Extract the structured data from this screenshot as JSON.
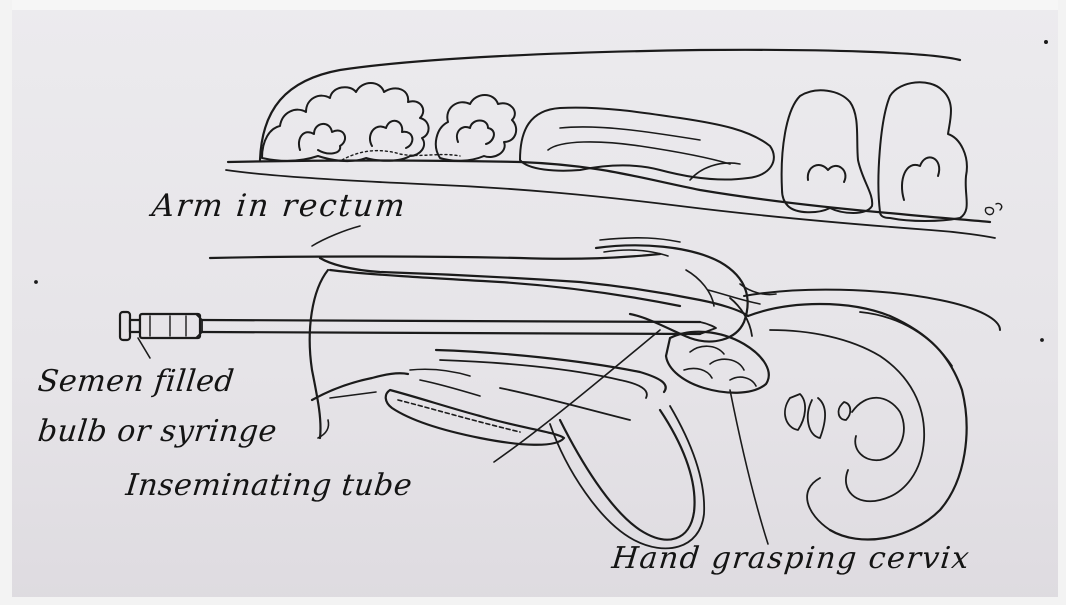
{
  "labels": {
    "arm": "Arm in rectum",
    "semen_line1": "Semen filled",
    "semen_line2": "bulb or syringe",
    "tube": "Inseminating tube",
    "hand": "Hand grasping cervix"
  }
}
